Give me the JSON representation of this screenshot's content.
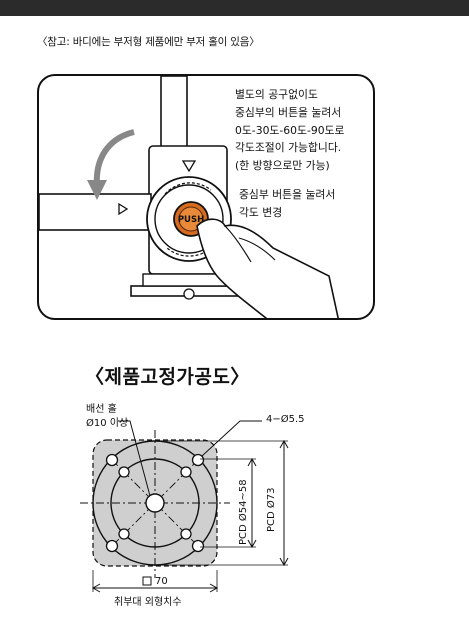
{
  "note": "〈참고: 바디에는 부저형 제품에만 부저 홀이 있음〉",
  "illustration": {
    "button_text": "PUSH",
    "caption_lines": [
      "별도의 공구없이도",
      "중심부의 버튼을 눌려서",
      "0도-30도-60도-90도로",
      "각도조절이 가능합니다.",
      "(한 방향으로만 가능)"
    ],
    "caption2_lines": [
      "중심부 버튼을 눌려서",
      "각도 변경"
    ]
  },
  "drawing": {
    "title": "〈제품고정가공도〉",
    "wire_hole_label": "배선 홀",
    "wire_hole_dim": "Ø10 이상",
    "hole_label": "4−Ø5.5",
    "pcd_inner": "PCD  Ø54~58",
    "pcd_outer": "PCD  Ø73",
    "square_dim": "70",
    "base_label": "취부대 외형치수"
  }
}
